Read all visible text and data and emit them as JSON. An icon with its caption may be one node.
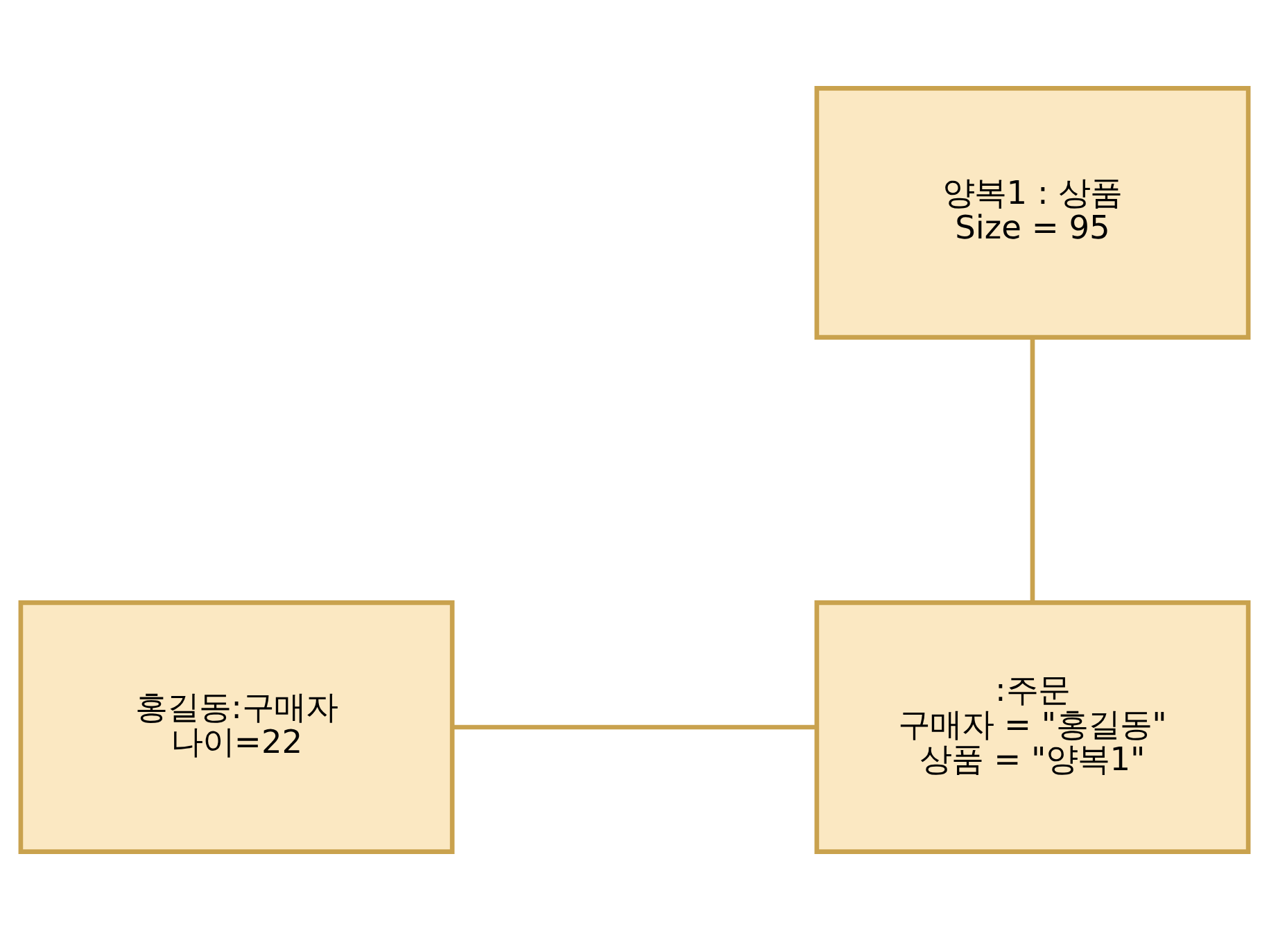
{
  "diagram": {
    "nodes": [
      {
        "text": [
          "양복1 : 상품",
          "Size = 95"
        ]
      },
      {
        "text": [
          "홍길동:구매자",
          "나이=22"
        ]
      },
      {
        "text": [
          ":주문",
          "구매자 = \"홍길동\"",
          "상품 = \"양복1\""
        ]
      }
    ],
    "edges": [
      {
        "from": 0,
        "to": 2,
        "arrow": "none"
      },
      {
        "from": 1,
        "to": 2,
        "arrow": "none"
      }
    ]
  }
}
